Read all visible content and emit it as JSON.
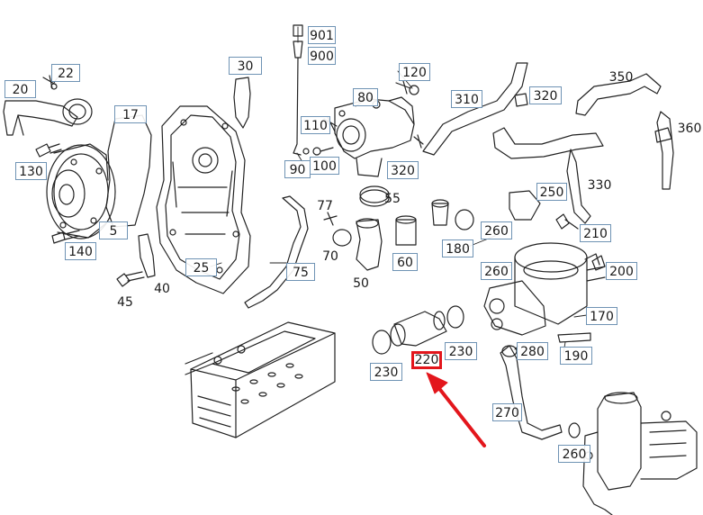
{
  "diagram": {
    "highlight_color": "#e3161c",
    "box_color": "#6f93b4",
    "line_color": "#222222",
    "selected_callout": "220"
  },
  "callouts": {
    "c901": "901",
    "c900": "900",
    "c22": "22",
    "c20": "20",
    "c30": "30",
    "c120": "120",
    "c80": "80",
    "c310": "310",
    "c320a": "320",
    "c350": "350",
    "c360": "360",
    "c17": "17",
    "c110": "110",
    "c130": "130",
    "c90": "90",
    "c100": "100",
    "c320b": "320",
    "c330": "330",
    "c250": "250",
    "c55": "55",
    "c77": "77",
    "c5": "5",
    "c140": "140",
    "c210": "210",
    "c260a": "260",
    "c180": "180",
    "c70": "70",
    "c60": "60",
    "c25": "25",
    "c75": "75",
    "c260b": "260",
    "c200": "200",
    "c45": "45",
    "c40": "40",
    "c50": "50",
    "c170": "170",
    "c230a": "230",
    "c280": "280",
    "c190": "190",
    "c220": "220",
    "c230b": "230",
    "c270": "270",
    "c260c": "260"
  }
}
